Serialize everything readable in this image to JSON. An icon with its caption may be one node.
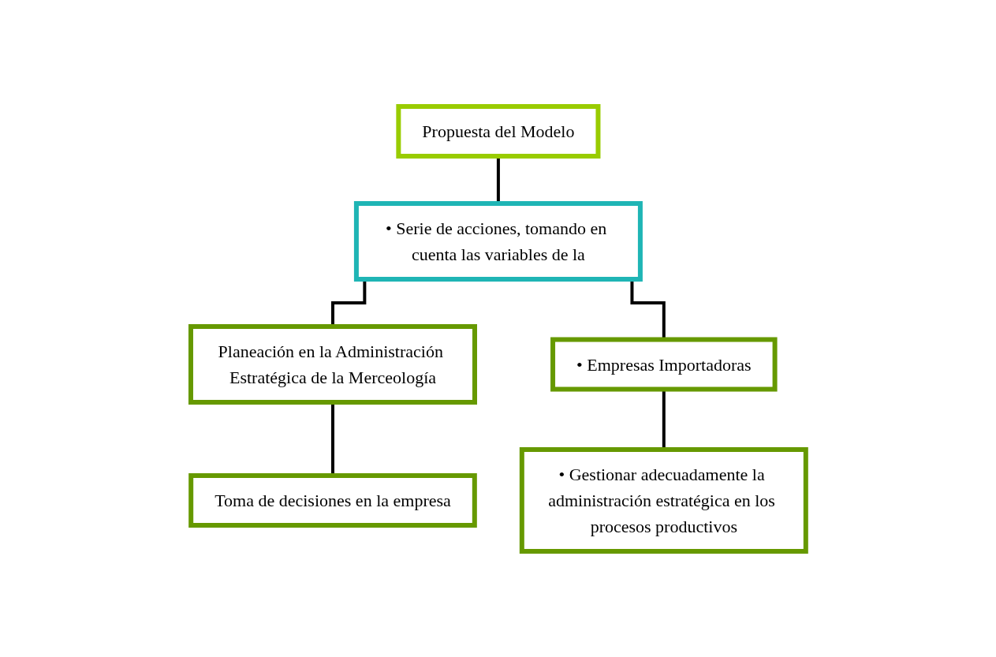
{
  "diagram": {
    "nodes": [
      {
        "text": [
          "Propuesta del Modelo"
        ]
      },
      {
        "text": [
          "• Serie de acciones, tomando en cuenta las variables de la"
        ]
      },
      {
        "text": [
          "Planeación en la Administración Estratégica de la Merceología"
        ]
      },
      {
        "text": [
          "• Empresas Importadoras"
        ]
      },
      {
        "text": [
          "Toma de decisiones en la empresa"
        ]
      },
      {
        "text": [
          "• Gestionar adecuadamente la administración estratégica en los procesos productivos"
        ]
      }
    ],
    "edges": [
      {
        "from": 0,
        "to": 1,
        "arrow": "none"
      },
      {
        "from": 1,
        "to": 2,
        "arrow": "none"
      },
      {
        "from": 1,
        "to": 3,
        "arrow": "none"
      },
      {
        "from": 2,
        "to": 4,
        "arrow": "none"
      },
      {
        "from": 3,
        "to": 5,
        "arrow": "none"
      }
    ]
  }
}
